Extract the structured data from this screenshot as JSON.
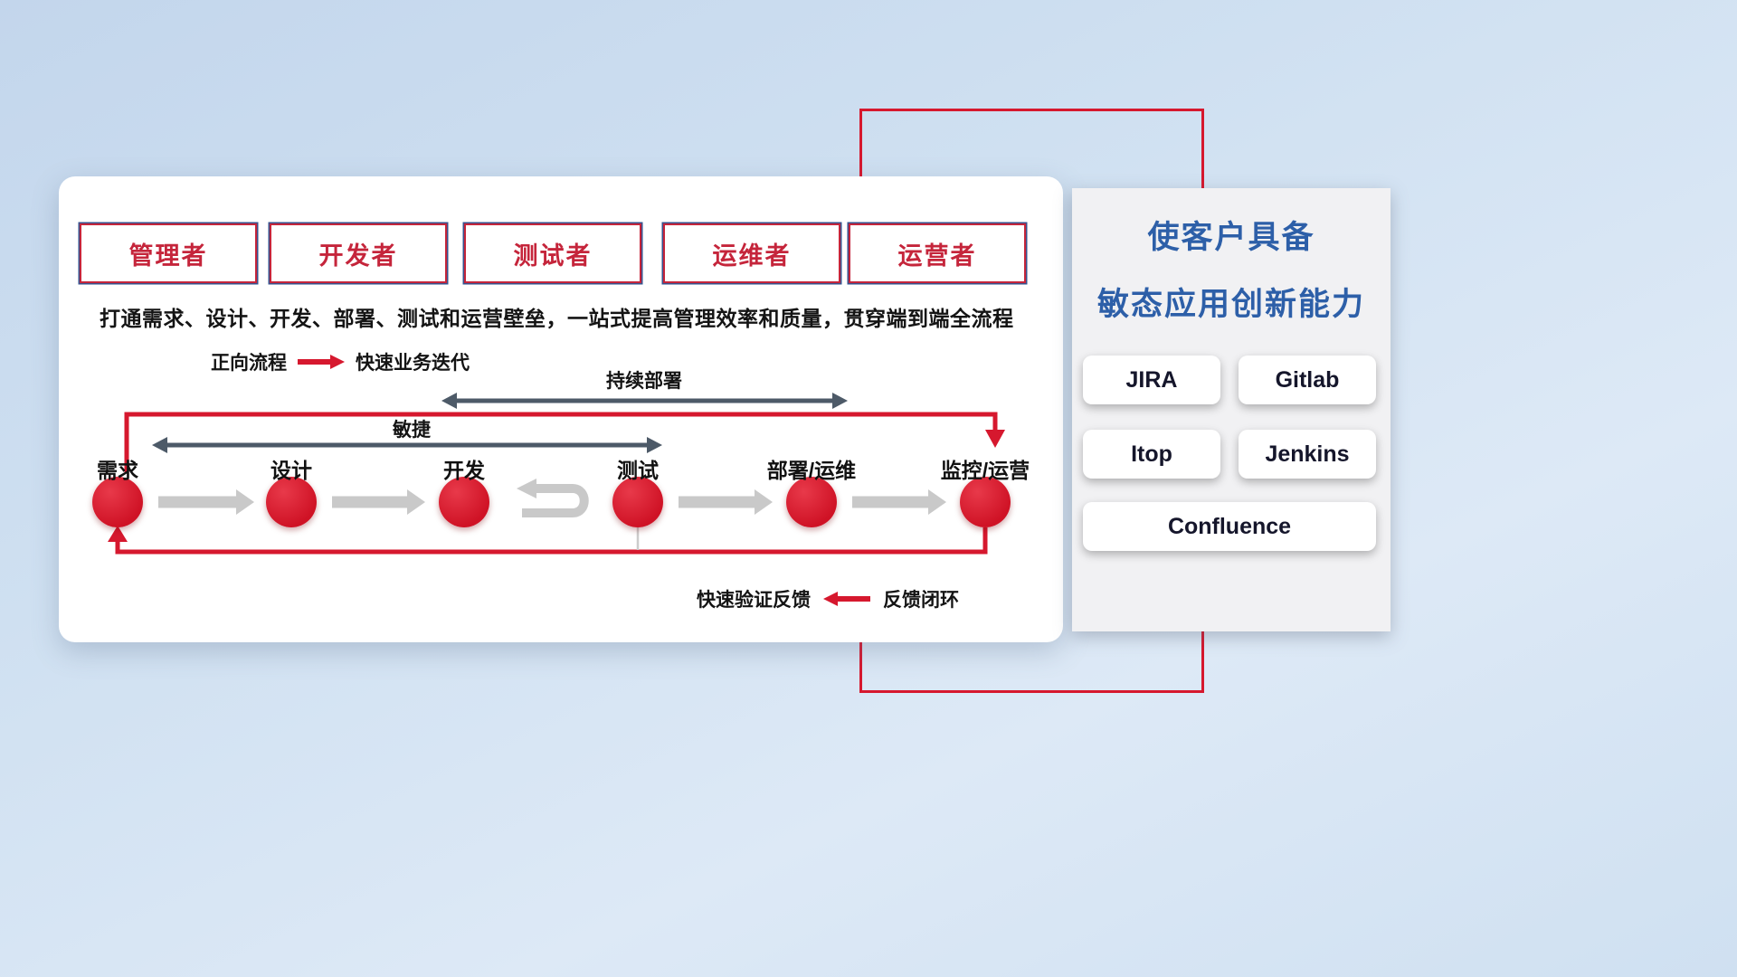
{
  "roles": [
    "管理者",
    "开发者",
    "测试者",
    "运维者",
    "运营者"
  ],
  "description": "打通需求、设计、开发、部署、测试和运营壁垒，一站式提高管理效率和质量，贯穿端到端全流程",
  "legend": {
    "forward_label": "正向流程",
    "forward_desc": "快速业务迭代",
    "feedback_desc": "快速验证反馈",
    "feedback_label": "反馈闭环"
  },
  "flow": {
    "stages": [
      "需求",
      "设计",
      "开发",
      "测试",
      "部署/运维",
      "监控/运营"
    ],
    "agile_label": "敏捷",
    "cd_label": "持续部署"
  },
  "right_panel": {
    "title_line1": "使客户具备",
    "title_line2": "敏态应用创新能力",
    "tools": [
      "JIRA",
      "Gitlab",
      "Itop",
      "Jenkins",
      "Confluence"
    ]
  },
  "colors": {
    "accent_red": "#d6182e",
    "title_blue": "#2d5fa8",
    "arrow_dark": "#4d5a68",
    "arrow_gray": "#c9c9c9"
  }
}
